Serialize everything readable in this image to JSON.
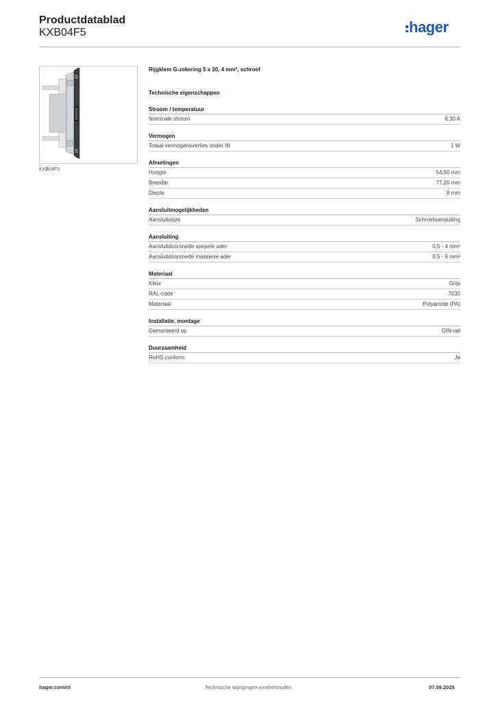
{
  "header": {
    "title": "Productdatablad",
    "code": "KXB04F5"
  },
  "logo": {
    "text": "hager",
    "color": "#1e5aa8",
    "icon": "hager-logo"
  },
  "image": {
    "caption": "KXB04F5",
    "icon": "din-rail-fuse-terminal-image"
  },
  "product": {
    "description": "Rijgklem G-zekering 5 x 20, 4 mm², schroef"
  },
  "props_heading": "Technische eigenschappen",
  "sections": [
    {
      "title": "Stroom / temperatuur",
      "rows": [
        {
          "label": "Nominale stroom",
          "value": "6,30 A"
        }
      ]
    },
    {
      "title": "Vermogen",
      "rows": [
        {
          "label": "Totaal vermogensverlies onder IN",
          "value": "1 W"
        }
      ]
    },
    {
      "title": "Afmetingen",
      "rows": [
        {
          "label": "Hoogte",
          "value": "54,50 mm"
        },
        {
          "label": "Breedte",
          "value": "77,20 mm"
        },
        {
          "label": "Diepte",
          "value": "8 mm"
        }
      ]
    },
    {
      "title": "Aansluitmogelijkheden",
      "rows": [
        {
          "label": "Aansluitwijze",
          "value": "Schroefaansluiting"
        }
      ]
    },
    {
      "title": "Aansluiting",
      "rows": [
        {
          "label": "Aansluitdoorsnede soepele ader",
          "value": "0.5 - 4 mm²"
        },
        {
          "label": "Aansluitdoorsnede massieve ader",
          "value": "0.5 - 6 mm²"
        }
      ]
    },
    {
      "title": "Materiaal",
      "rows": [
        {
          "label": "Kleur",
          "value": "Grijs"
        },
        {
          "label": "RAL-code",
          "value": "7030"
        },
        {
          "label": "Materiaal",
          "value": "Polyamide (PA)"
        }
      ]
    },
    {
      "title": "Installatie, montage",
      "rows": [
        {
          "label": "Gemonteerd op",
          "value": "DIN-rail"
        }
      ]
    },
    {
      "title": "Duurzaamheid",
      "rows": [
        {
          "label": "RoHS conform",
          "value": "Ja"
        }
      ]
    }
  ],
  "footer": {
    "website": "hager.com/nl",
    "note": "Technische wijzigingen voorbehouden",
    "date": "07.09.2025"
  }
}
